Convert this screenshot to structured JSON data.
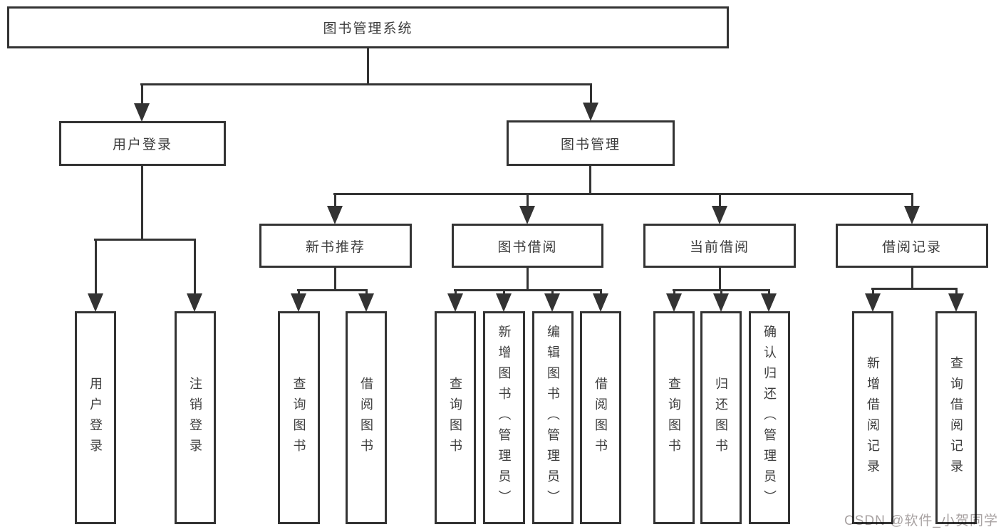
{
  "diagram": {
    "title_node": "图书管理系统",
    "level2": [
      "用户登录",
      "图书管理"
    ],
    "level3": [
      "新书推荐",
      "图书借阅",
      "当前借阅",
      "借阅记录"
    ],
    "leaves": {
      "user_login": [
        "用户登录",
        "注销登录"
      ],
      "new_book_recommend": [
        "查询图书",
        "借阅图书"
      ],
      "book_borrow": [
        "查询图书",
        "新增图书（管理员）",
        "编辑图书（管理员）",
        "借阅图书"
      ],
      "current_borrow": [
        "查询图书",
        "归还图书",
        "确认归还（管理员）"
      ],
      "borrow_records": [
        "新增借阅记录",
        "查询借阅记录"
      ]
    },
    "colors": {
      "line": "#333333",
      "node_text": "#3d3d3d",
      "node_fill": "#ffffff",
      "background": "#ffffff",
      "watermark_text": "#9b9b9b"
    }
  },
  "watermark": "CSDN @软件_小贺同学"
}
